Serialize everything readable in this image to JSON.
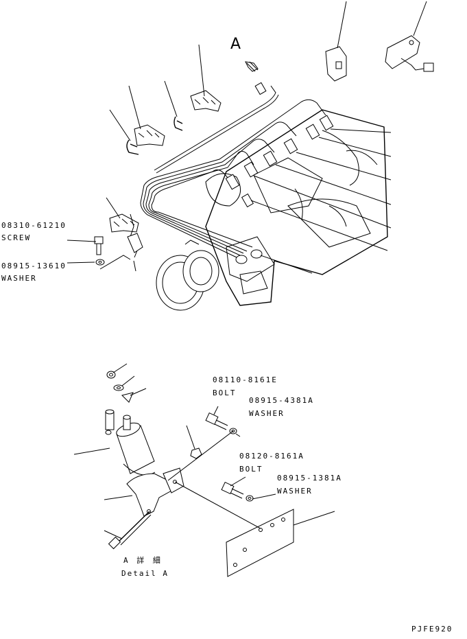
{
  "view_letter": "A",
  "labels": {
    "screw_part_no": "08310-61210",
    "screw_name": "SCREW",
    "washer1_part_no": "08915-13610",
    "washer1_name": "WASHER",
    "bolt1_part_no": "08110-8161E",
    "bolt1_name": "BOLT",
    "washer2_part_no": "08915-4381A",
    "washer2_name": "WASHER",
    "bolt2_part_no": "08120-8161A",
    "bolt2_name": "BOLT",
    "washer3_part_no": "08915-1381A",
    "washer3_name": "WASHER",
    "detail_jp": "A 詳 細",
    "detail_en": "Detail A",
    "drawing_code": "PJFE920"
  }
}
